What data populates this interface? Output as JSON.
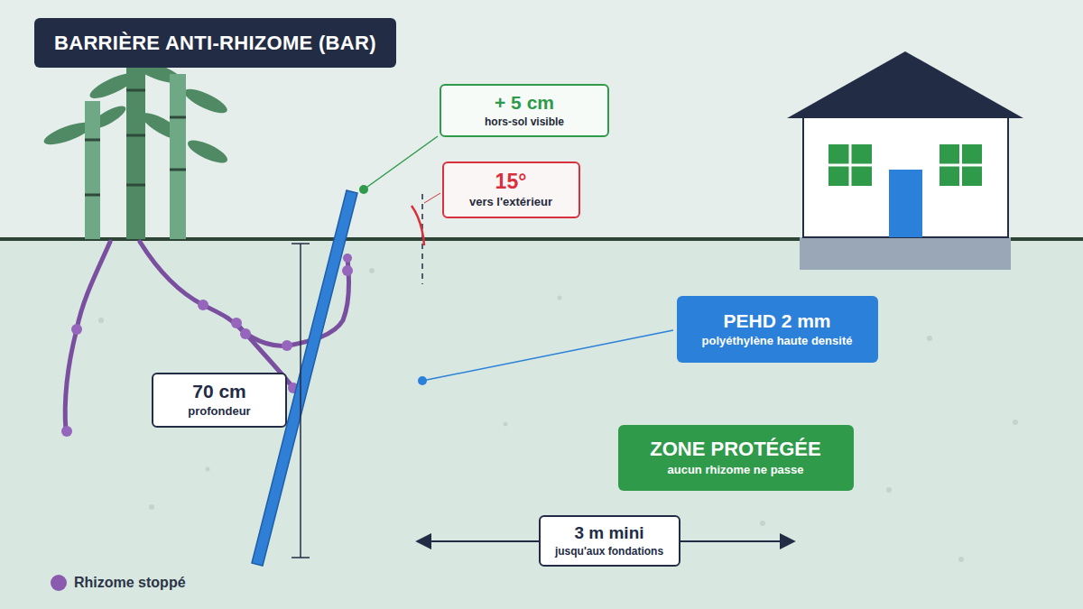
{
  "diagram": {
    "title": "BARRIÈRE ANTI-RHIZOME (BAR)",
    "nodes": [
      {
        "text": [
          "+ 5 cm",
          "hors-sol visible"
        ]
      },
      {
        "text": [
          "15°",
          "vers l'extérieur"
        ]
      },
      {
        "text": [
          "PEHD 2 mm",
          "polyéthylène haute densité"
        ]
      },
      {
        "text": [
          "70 cm",
          "profondeur"
        ]
      },
      {
        "text": [
          "ZONE PROTÉGÉE",
          "aucun rhizome ne passe"
        ]
      },
      {
        "text": [
          "3 m mini",
          "jusqu'aux fondations"
        ]
      }
    ],
    "legend": [
      {
        "text": "Rhizome stoppé",
        "color": "#8a5aaf"
      }
    ]
  }
}
